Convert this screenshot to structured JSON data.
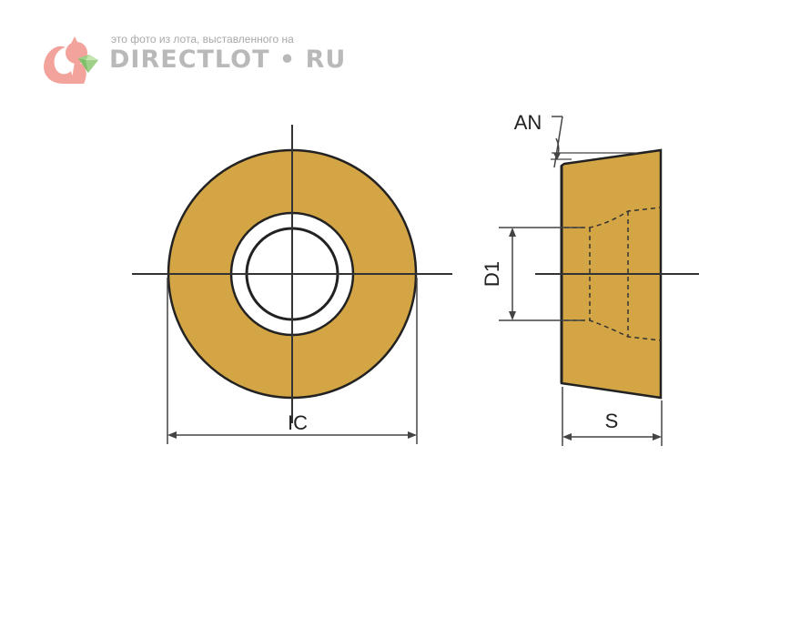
{
  "watermark": {
    "tagline": "это фото из лота, выставленного на",
    "brand": "DIRECTLOT • RU",
    "logo_icon": "squirrel-diamond-icon"
  },
  "diagram": {
    "labels": {
      "ic": "IC",
      "an": "AN",
      "d1": "D1",
      "s": "S"
    },
    "colors": {
      "insert_fill": "#d4a545",
      "outline": "#222222",
      "dim_line": "#444444",
      "watermark_logo": "#f2a39b"
    }
  }
}
